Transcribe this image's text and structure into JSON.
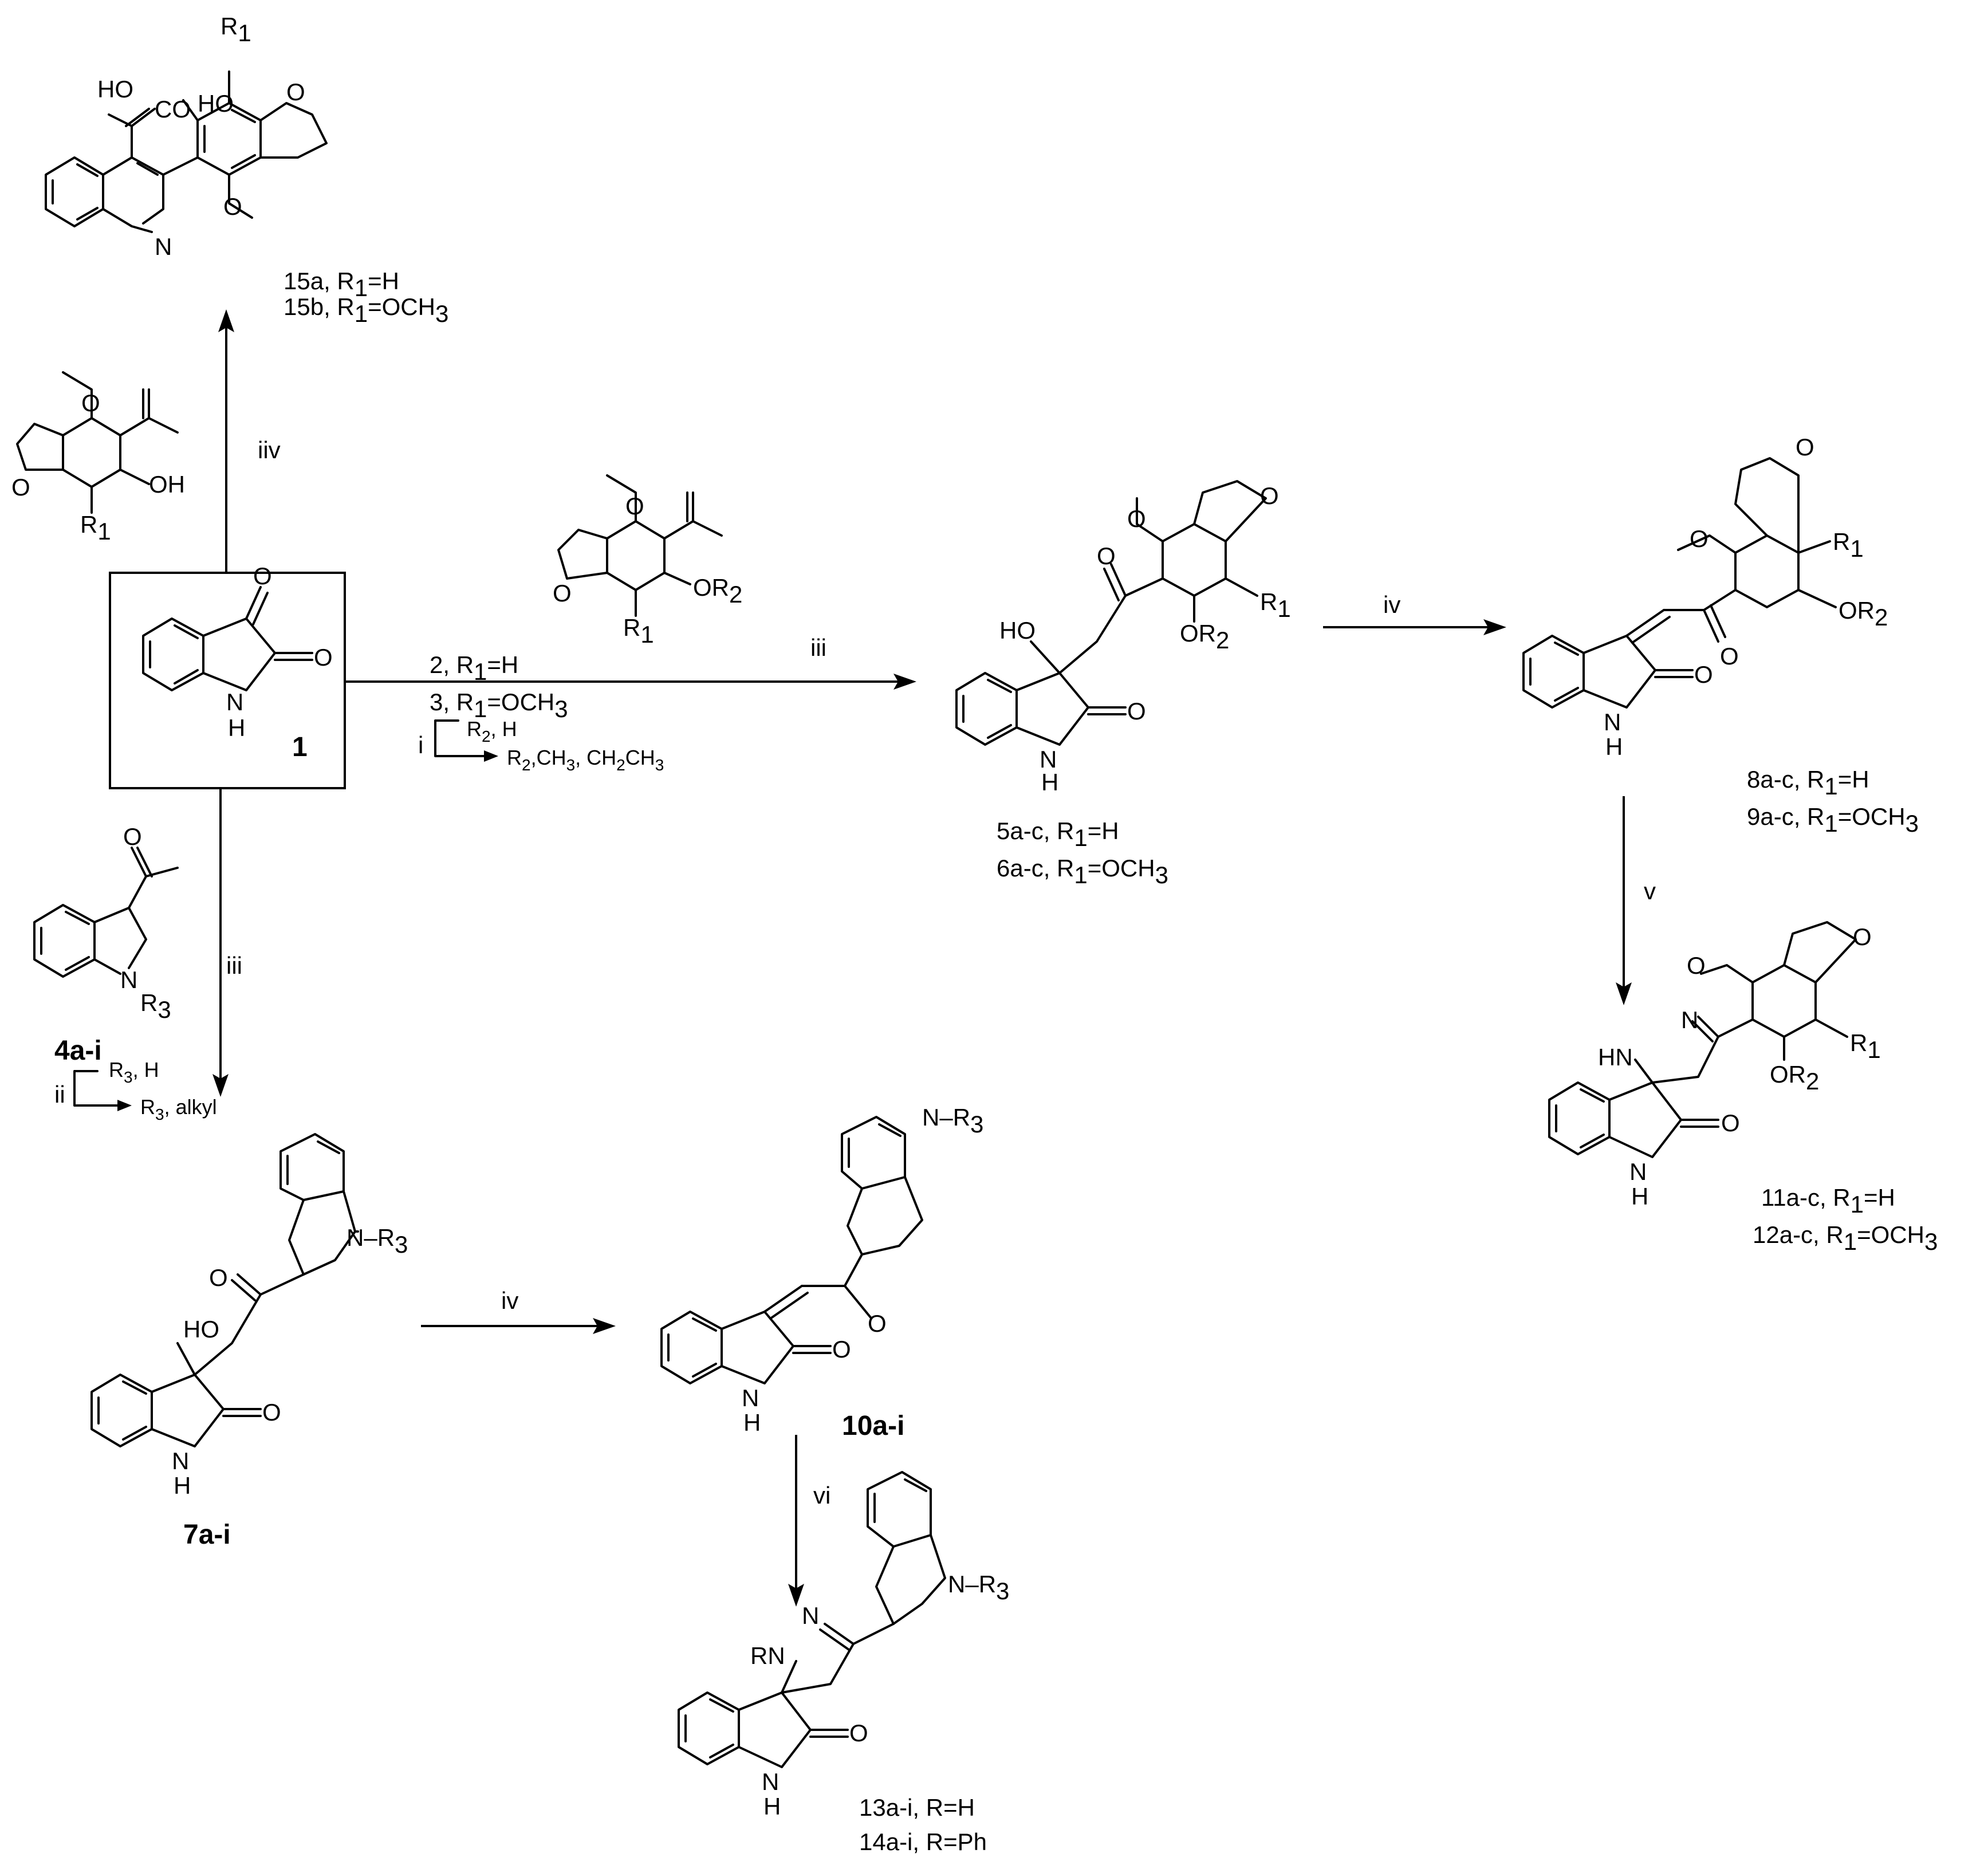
{
  "atoms": {
    "O": "O",
    "H": "H",
    "N": "N",
    "NH": "N",
    "HO": "HO",
    "OH": "OH",
    "HN": "HN",
    "CO": "CO",
    "HO_acid": "HO",
    "R1": "R",
    "R1_sub": "1",
    "R2_sub": "2",
    "R3_sub": "3",
    "OR2": "OR",
    "N_R3": "N–R",
    "RN": "RN"
  },
  "compounds": {
    "c1": {
      "id": "1"
    },
    "c2": {
      "id": "2,",
      "text": " R",
      "sub": "1",
      "tail": "=H"
    },
    "c3": {
      "id": "3,",
      "text": " R",
      "sub": "1",
      "tail": "=OCH",
      "sub2": "3"
    },
    "c4": {
      "id": "4a-i"
    },
    "c5": {
      "id": "5a-c",
      "text": ", R",
      "sub": "1",
      "tail": "=H"
    },
    "c6": {
      "id": "6a-c,",
      "text": " R",
      "sub": "1",
      "tail": "=OCH",
      "sub2": "3"
    },
    "c7": {
      "id": "7a-i"
    },
    "c8": {
      "id": "8a-c",
      "text": ", R",
      "sub": "1",
      "tail": "=H"
    },
    "c9": {
      "id": "9a-c,",
      "text": " R",
      "sub": "1",
      "tail": "=OCH",
      "sub2": "3"
    },
    "c10": {
      "id": "10a-i"
    },
    "c11": {
      "id": "11a-c",
      "text": ", R",
      "sub": "1",
      "tail": "=H"
    },
    "c12": {
      "id": "12a-c,",
      "text": " R",
      "sub": "1",
      "tail": "=OCH",
      "sub2": "3"
    },
    "c13": {
      "id": "13a-i,",
      "text": " R=H"
    },
    "c14": {
      "id": "14a-i,",
      "text": " R=Ph"
    },
    "c15a": {
      "id": "15a",
      "text": ", R",
      "sub": "1",
      "tail": "=H"
    },
    "c15b": {
      "id": "15b",
      "text": ", R",
      "sub": "1",
      "tail": "=OCH",
      "sub2": "3"
    }
  },
  "conditions": {
    "i": "i",
    "ii": "ii",
    "iii": "iii",
    "iv": "iv",
    "v": "v",
    "vi": "vi",
    "iiv": "iiv"
  },
  "substituents": {
    "r2_h": {
      "pre": "R",
      "sub": "2",
      "post": ", H"
    },
    "r2_alk": {
      "pre": "R",
      "sub": "2",
      "post": ",CH",
      "sub2": "3",
      "post2": ", CH",
      "sub3": "2",
      "post3": "CH",
      "sub4": "3"
    },
    "r3_h": {
      "pre": "R",
      "sub": "3",
      "post": ", H"
    },
    "r3_alk": {
      "pre": "R",
      "sub": "3",
      "post": ", alkyl"
    }
  }
}
